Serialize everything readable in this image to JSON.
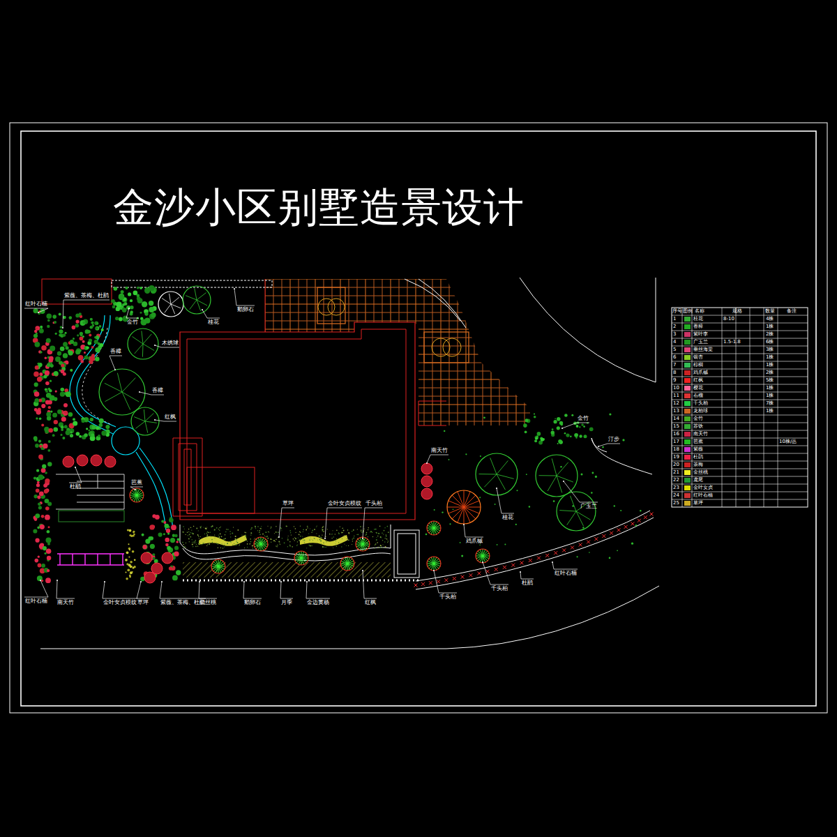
{
  "diagram": {
    "title": "金沙小区别墅造景设计",
    "labels": [
      "红叶石楠",
      "紫薇、茶梅、杜鹃",
      "金竹",
      "桂花",
      "鹅卵石",
      "木绣球",
      "香樟",
      "香樟",
      "红枫",
      "杜鹃",
      "芭蕉",
      "草坪",
      "金叶女贞模纹",
      "千头柏",
      "南天竹",
      "金竹",
      "汀步",
      "桂花",
      "广玉兰",
      "鸡爪槭",
      "千头柏",
      "千头柏",
      "杜鹃",
      "红叶石楠",
      "红叶石楠",
      "南天竹",
      "金叶女贞模纹",
      "草坪",
      "紫薇、茶梅、杜鹃",
      "金丝桃",
      "鹅卵石",
      "月季",
      "金边黄杨",
      "红枫",
      "序号",
      "图例",
      "名称",
      "规格",
      "数量",
      "备注",
      "1",
      "2",
      "3",
      "4",
      "5",
      "6",
      "7",
      "8",
      "9",
      "10",
      "11",
      "12",
      "13",
      "14",
      "15",
      "16",
      "17",
      "18",
      "19",
      "20",
      "21",
      "22",
      "23",
      "24",
      "25",
      "8-10",
      "1.5-1.8",
      "4株",
      "1株",
      "2株",
      "6株",
      "3株",
      "1株",
      "1株",
      "2株",
      "5株",
      "1株",
      "1株",
      "7株",
      "1株",
      "10株/丛"
    ],
    "legend": [
      {
        "text": "桂花",
        "color": "#33aa33"
      },
      {
        "text": "香樟",
        "color": "#22aa22"
      },
      {
        "text": "紫叶李",
        "color": "#cc3366"
      },
      {
        "text": "广玉兰",
        "color": "#229922"
      },
      {
        "text": "垂丝海棠",
        "color": "#dd4477"
      },
      {
        "text": "银杏",
        "color": "#88cc22"
      },
      {
        "text": "棕榈",
        "color": "#33bb55"
      },
      {
        "text": "鸡爪槭",
        "color": "#cc2222"
      },
      {
        "text": "红枫",
        "color": "#ee2222"
      },
      {
        "text": "樱花",
        "color": "#ff6699"
      },
      {
        "text": "石榴",
        "color": "#dd3333"
      },
      {
        "text": "千头柏",
        "color": "#22cc44"
      },
      {
        "text": "龙柏球",
        "color": "#cc6622"
      },
      {
        "text": "金竹",
        "color": "#44aa22"
      },
      {
        "text": "苏铁",
        "color": "#33aa33"
      },
      {
        "text": "南天竹",
        "color": "#cc2244"
      },
      {
        "text": "芭蕉",
        "color": "#22bb22"
      },
      {
        "text": "紫薇",
        "color": "#cc33cc"
      },
      {
        "text": "杜鹃",
        "color": "#ee2244"
      },
      {
        "text": "茶梅",
        "color": "#cc2222"
      },
      {
        "text": "金丝桃",
        "color": "#eeee22"
      },
      {
        "text": "鸢尾",
        "color": "#229933"
      },
      {
        "text": "金叶女贞",
        "color": "#dddd00"
      },
      {
        "text": "红叶石楠",
        "color": "#cc3333"
      },
      {
        "text": "草坪",
        "color": "#ccaa22"
      }
    ]
  }
}
